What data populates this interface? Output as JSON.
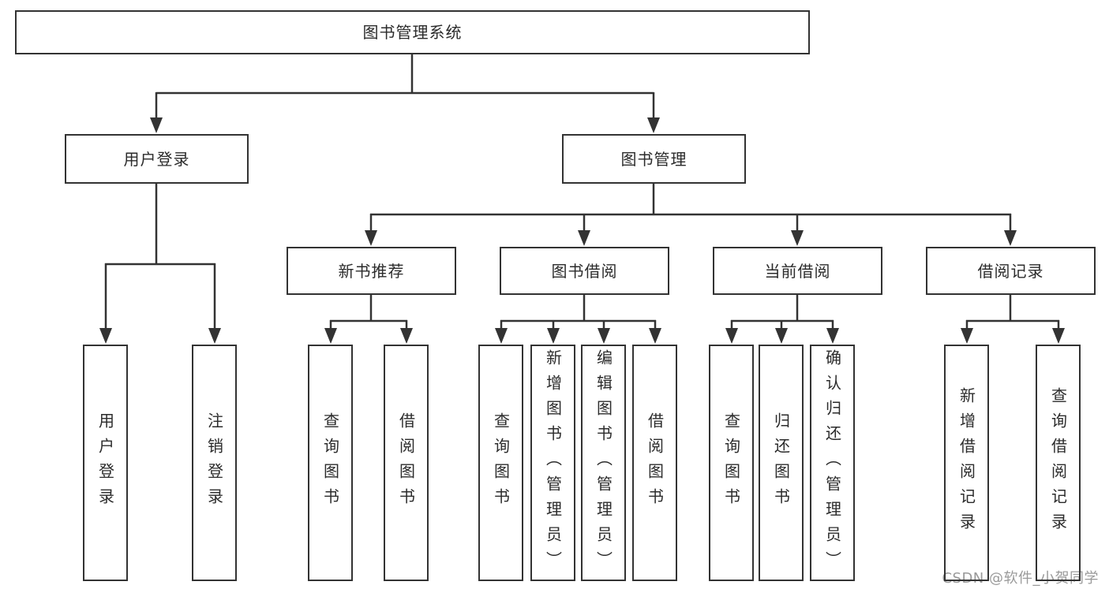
{
  "meta": {
    "colors": {
      "background": "#ffffff",
      "line": "#333333",
      "box_border": "#333333",
      "text": "#2b2b2b",
      "watermark": "#9a9a9a"
    }
  },
  "tree": {
    "root": {
      "label": "图书管理系统",
      "children": [
        {
          "label": "用户登录",
          "children": [
            {
              "label": "用户登录"
            },
            {
              "label": "注销登录"
            }
          ]
        },
        {
          "label": "图书管理",
          "children": [
            {
              "label": "新书推荐",
              "children": [
                {
                  "label": "查询图书"
                },
                {
                  "label": "借阅图书"
                }
              ]
            },
            {
              "label": "图书借阅",
              "children": [
                {
                  "label": "查询图书"
                },
                {
                  "label": "新增图书（管理员）"
                },
                {
                  "label": "编辑图书（管理员）"
                },
                {
                  "label": "借阅图书"
                }
              ]
            },
            {
              "label": "当前借阅",
              "children": [
                {
                  "label": "查询图书"
                },
                {
                  "label": "归还图书"
                },
                {
                  "label": "确认归还（管理员）"
                }
              ]
            },
            {
              "label": "借阅记录",
              "children": [
                {
                  "label": "新增借阅记录"
                },
                {
                  "label": "查询借阅记录"
                }
              ]
            }
          ]
        }
      ]
    }
  },
  "watermark": {
    "text": "CSDN @软件_小贺同学"
  }
}
